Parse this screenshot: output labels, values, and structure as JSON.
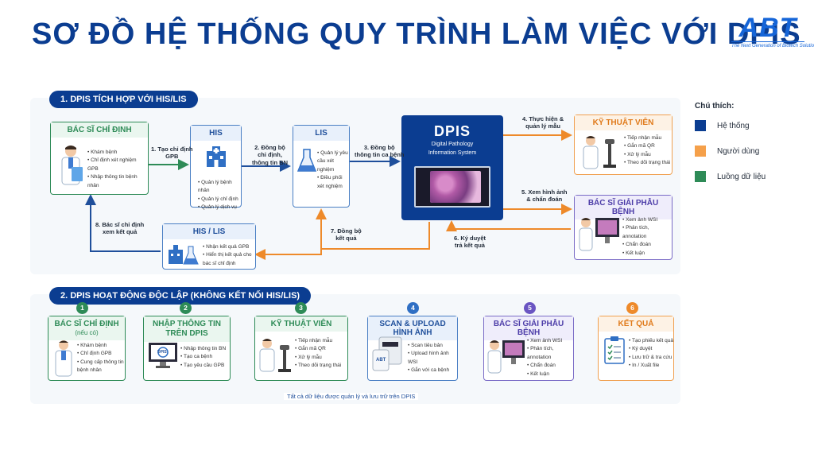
{
  "title": "SƠ ĐỒ HỆ THỐNG QUY TRÌNH LÀM VIỆC VỚI DPIS",
  "logo": {
    "mark": "ABT",
    "tagline": "The Next Generation of Biotech Solution"
  },
  "section1": {
    "heading": "1. DPIS TÍCH HỢP VỚI HIS/LIS",
    "doctor": {
      "title": "BÁC SĨ CHỈ ĐỊNH",
      "items": [
        "Khám bệnh",
        "Chỉ định xét nghiệm GPB",
        "Nhập thông tin bệnh nhân"
      ]
    },
    "his": {
      "title": "HIS",
      "items": [
        "Quản lý bệnh nhân",
        "Quản lý chỉ định",
        "Quản lý dịch vụ"
      ]
    },
    "lis": {
      "title": "LIS",
      "items": [
        "Quản lý yêu cầu xét nghiệm",
        "Điều phối xét nghiệm"
      ]
    },
    "dpis": {
      "title": "DPIS",
      "subtitle_1": "Digital Pathology",
      "subtitle_2": "Information System"
    },
    "tech": {
      "title": "KỸ THUẬT VIÊN",
      "items": [
        "Tiếp nhận mẫu",
        "Gắn mã QR",
        "Xử lý mẫu",
        "Theo dõi trạng thái"
      ]
    },
    "patho": {
      "title": "BÁC SĨ GIẢI PHẪU BỆNH",
      "items": [
        "Xem ảnh WSI",
        "Phân tích, annotation",
        "Chẩn đoán",
        "Kết luận"
      ]
    },
    "hislis": {
      "title": "HIS / LIS",
      "items": [
        "Nhận kết quả GPB",
        "Hiển thị kết quả cho bác sĩ chỉ định"
      ]
    },
    "steps": {
      "s1a": "1. Tạo chỉ định",
      "s1b": "GPB",
      "s2a": "2. Đồng bộ",
      "s2b": "chỉ định,",
      "s2c": "thông tin BN",
      "s3a": "3. Đồng bộ",
      "s3b": "thông tin ca bệnh",
      "s4a": "4. Thực hiện &",
      "s4b": "quản lý mẫu",
      "s5a": "5. Xem hình ảnh",
      "s5b": "& chẩn đoán",
      "s6a": "6. Ký duyệt",
      "s6b": "trả kết quả",
      "s7a": "7. Đồng bộ",
      "s7b": "kết quả",
      "s8a": "8. Bác sĩ chỉ định",
      "s8b": "xem kết quả"
    }
  },
  "legend": {
    "title": "Chú thích:",
    "items": [
      {
        "label": "Hệ thống",
        "color": "#0b3d91"
      },
      {
        "label": "Người dùng",
        "color": "#f5a04a"
      },
      {
        "label": "Luồng dữ liệu",
        "color": "#2e8b57"
      }
    ]
  },
  "section2": {
    "heading": "2. DPIS HOẠT ĐỘNG ĐỘC LẬP (KHÔNG KẾT NỐI HIS/LIS)",
    "steps": [
      {
        "num": "1",
        "title_1": "BÁC SĨ CHỈ ĐỊNH",
        "title_2": "(nếu có)",
        "items": [
          "Khám bệnh",
          "Chỉ định GPB",
          "Cung cấp thông tin bệnh nhân"
        ]
      },
      {
        "num": "2",
        "title_1": "NHẬP THÔNG TIN",
        "title_2": "TRÊN DPIS",
        "items": [
          "Nhập thông tin BN",
          "Tạo ca bệnh",
          "Tạo yêu cầu GPB"
        ]
      },
      {
        "num": "3",
        "title_1": "KỸ THUẬT VIÊN",
        "title_2": "",
        "items": [
          "Tiếp nhận mẫu",
          "Gắn mã QR",
          "Xử lý mẫu",
          "Theo dõi trạng thái"
        ]
      },
      {
        "num": "4",
        "title_1": "SCAN & UPLOAD HÌNH ẢNH",
        "title_2": "",
        "items": [
          "Scan tiêu bản",
          "Upload hình ảnh WSI",
          "Gắn với ca bệnh"
        ]
      },
      {
        "num": "5",
        "title_1": "BÁC SĨ GIẢI PHẪU BỆNH",
        "title_2": "",
        "items": [
          "Xem ảnh WSI",
          "Phân tích, annotation",
          "Chẩn đoán",
          "Kết luận"
        ]
      },
      {
        "num": "6",
        "title_1": "KẾT QUẢ",
        "title_2": "",
        "items": [
          "Tạo phiếu kết quả",
          "Ký duyệt",
          "Lưu trữ & tra cứu",
          "In / Xuất file"
        ]
      }
    ],
    "footnote": "Tất cả dữ liệu được quản lý và lưu trữ trên DPIS",
    "scanner_label": "ABT",
    "monitor_label": "DPIS"
  }
}
